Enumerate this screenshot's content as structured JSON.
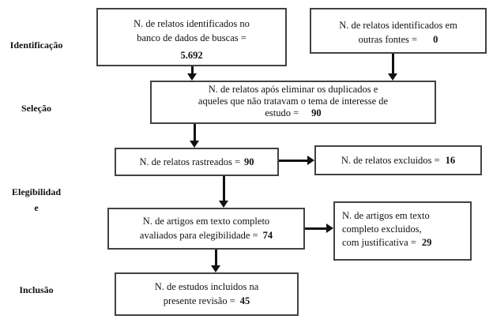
{
  "diagram": {
    "stages": {
      "identification": "Identificação",
      "selection": "Seleção",
      "eligibility": "Elegibilidad\ne",
      "inclusion": "Inclusão"
    },
    "boxes": {
      "identified_db": {
        "line1": "N. de relatos identificados no",
        "line2": "banco de dados de buscas =",
        "value": "5.692"
      },
      "identified_other": {
        "line1": "N. de relatos identificados em",
        "line2": "outras fontes =",
        "value": "0"
      },
      "after_duplicates": {
        "line1": "N. de relatos após eliminar os duplicados e",
        "line2": "aqueles que não tratavam o tema de interesse de",
        "line3": "estudo =",
        "value": "90"
      },
      "screened": {
        "line1": "N. de relatos rastreados =",
        "value": "90"
      },
      "excluded": {
        "line1": "N. de relatos excluidos =",
        "value": "16"
      },
      "fulltext_assessed": {
        "line1": "N. de artigos em texto completo",
        "line2": "avaliados para elegibilidade =",
        "value": "74"
      },
      "fulltext_excluded": {
        "line1": "N. de artigos em texto",
        "line2": "completo excluidos,",
        "line3": "com justificativa =",
        "value": "29"
      },
      "included": {
        "line1": "N. de estudos incluidos na",
        "line2": "presente revisão =",
        "value": "45"
      }
    },
    "colors": {
      "box_border": "#424242",
      "arrow": "#111111",
      "text": "#111111",
      "background": "#ffffff"
    }
  }
}
